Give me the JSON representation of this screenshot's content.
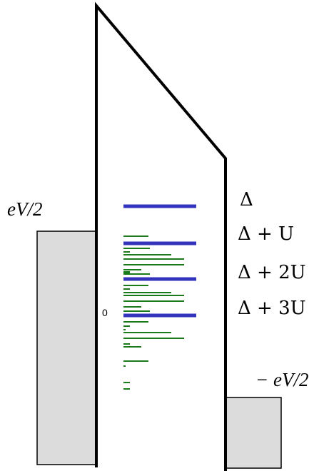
{
  "labels": {
    "left_bias": "eV/2",
    "right_bias": "− eV/2",
    "zero": "0",
    "levels": [
      "Δ",
      "Δ + U",
      "Δ + 2U",
      "Δ + 3U"
    ]
  },
  "colors": {
    "lead_fill": "#dcdcdc",
    "outline": "#000000",
    "charge_level": "#3333bb",
    "excitation_level": "#1a7a1a"
  },
  "charge_level_count": 4,
  "excitation_level_count": 27
}
